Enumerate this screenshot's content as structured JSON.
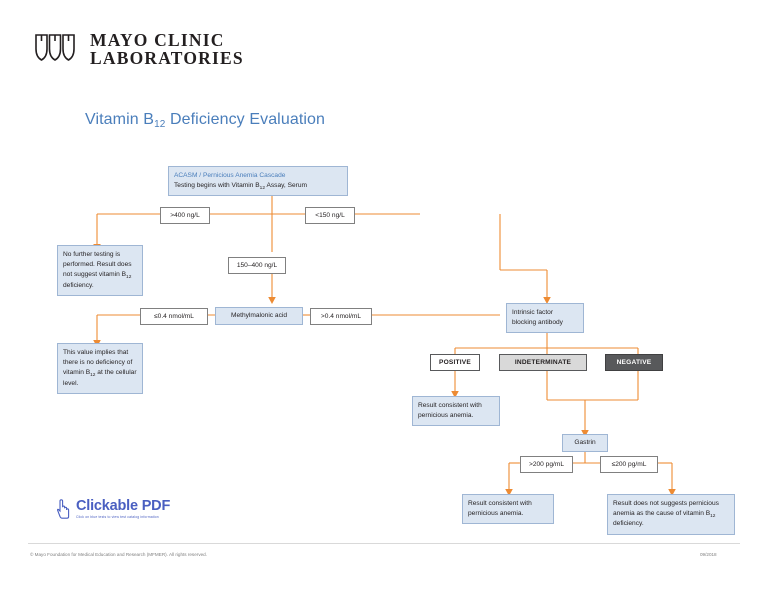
{
  "brand": {
    "line1": "MAYO CLINIC",
    "line2": "LABORATORIES",
    "logo_icon": "mayo-shields-icon"
  },
  "title": {
    "prefix": "Vitamin B",
    "sub": "12",
    "suffix": " Deficiency Evaluation",
    "color": "#4a7ebb"
  },
  "chart_data": {
    "type": "flowchart",
    "title": "Vitamin B12 Deficiency Evaluation",
    "connector_color": "#ed8b33",
    "nodes": [
      {
        "id": "start",
        "kind": "test-blue",
        "line1": "ACASM / Pernicious Anemia Cascade",
        "line2_prefix": "Testing begins with Vitamin B",
        "line2_sub": "12",
        "line2_suffix": " Assay, Serum"
      },
      {
        "id": "gt400",
        "kind": "label",
        "text": ">400 ng/L"
      },
      {
        "id": "lt150",
        "kind": "label",
        "text": "<150 ng/L"
      },
      {
        "id": "mid150400",
        "kind": "label",
        "text": "150–400 ng/L"
      },
      {
        "id": "no-further",
        "kind": "result-blue",
        "text_prefix": "No further testing is performed. Result does not suggest vitamin B",
        "text_sub": "12",
        "text_suffix": " deficiency."
      },
      {
        "id": "mma",
        "kind": "test-blue-center",
        "text": "Methylmalonic acid"
      },
      {
        "id": "mma-low",
        "kind": "label",
        "text": "≤0.4 nmol/mL"
      },
      {
        "id": "mma-high",
        "kind": "label",
        "text": ">0.4 nmol/mL"
      },
      {
        "id": "cellular",
        "kind": "result-blue",
        "text_prefix": "This value implies that there is no deficiency of vitamin B",
        "text_sub": "12",
        "text_suffix": " at the cellular level."
      },
      {
        "id": "ifba",
        "kind": "test-blue",
        "text": "Intrinsic factor blocking antibody"
      },
      {
        "id": "positive",
        "kind": "status-white",
        "text": "POSITIVE"
      },
      {
        "id": "indeterminate",
        "kind": "status-gray",
        "text": "INDETERMINATE"
      },
      {
        "id": "negative",
        "kind": "status-dark",
        "text": "NEGATIVE"
      },
      {
        "id": "pa-1",
        "kind": "result-blue",
        "text": "Result consistent with pernicious anemia."
      },
      {
        "id": "gastrin",
        "kind": "test-blue-center",
        "text": "Gastrin"
      },
      {
        "id": "gastrin-high",
        "kind": "label",
        "text": ">200 pg/mL"
      },
      {
        "id": "gastrin-low",
        "kind": "label",
        "text": "≤200 pg/mL"
      },
      {
        "id": "pa-2",
        "kind": "result-blue",
        "text": "Result consistent with pernicious anemia."
      },
      {
        "id": "not-pa",
        "kind": "result-blue",
        "text_prefix": "Result does not suggests pernicious anemia as the cause of vitamin B",
        "text_sub": "12",
        "text_suffix": " deficiency."
      }
    ],
    "edges": [
      {
        "from": "start",
        "to": "gt400"
      },
      {
        "from": "start",
        "to": "lt150"
      },
      {
        "from": "start",
        "to": "mid150400"
      },
      {
        "from": "gt400",
        "to": "no-further"
      },
      {
        "from": "mid150400",
        "to": "mma"
      },
      {
        "from": "mma",
        "to": "mma-low"
      },
      {
        "from": "mma",
        "to": "mma-high"
      },
      {
        "from": "mma-low",
        "to": "cellular"
      },
      {
        "from": "mma-high",
        "to": "ifba"
      },
      {
        "from": "lt150",
        "to": "ifba"
      },
      {
        "from": "ifba",
        "to": "positive"
      },
      {
        "from": "ifba",
        "to": "indeterminate"
      },
      {
        "from": "ifba",
        "to": "negative"
      },
      {
        "from": "positive",
        "to": "pa-1"
      },
      {
        "from": "indeterminate",
        "to": "gastrin"
      },
      {
        "from": "negative",
        "to": "gastrin"
      },
      {
        "from": "gastrin",
        "to": "gastrin-high"
      },
      {
        "from": "gastrin",
        "to": "gastrin-low"
      },
      {
        "from": "gastrin-high",
        "to": "pa-2"
      },
      {
        "from": "gastrin-low",
        "to": "not-pa"
      }
    ]
  },
  "clickable_pdf": {
    "icon": "hand-cursor-icon",
    "label": "Clickable PDF",
    "sublabel": "Click on blue tests to view test catalog information"
  },
  "footer": {
    "copyright": "© Mayo Foundation for Medical Education and Research (MFMER). All rights reserved.",
    "date": "09/2018"
  }
}
